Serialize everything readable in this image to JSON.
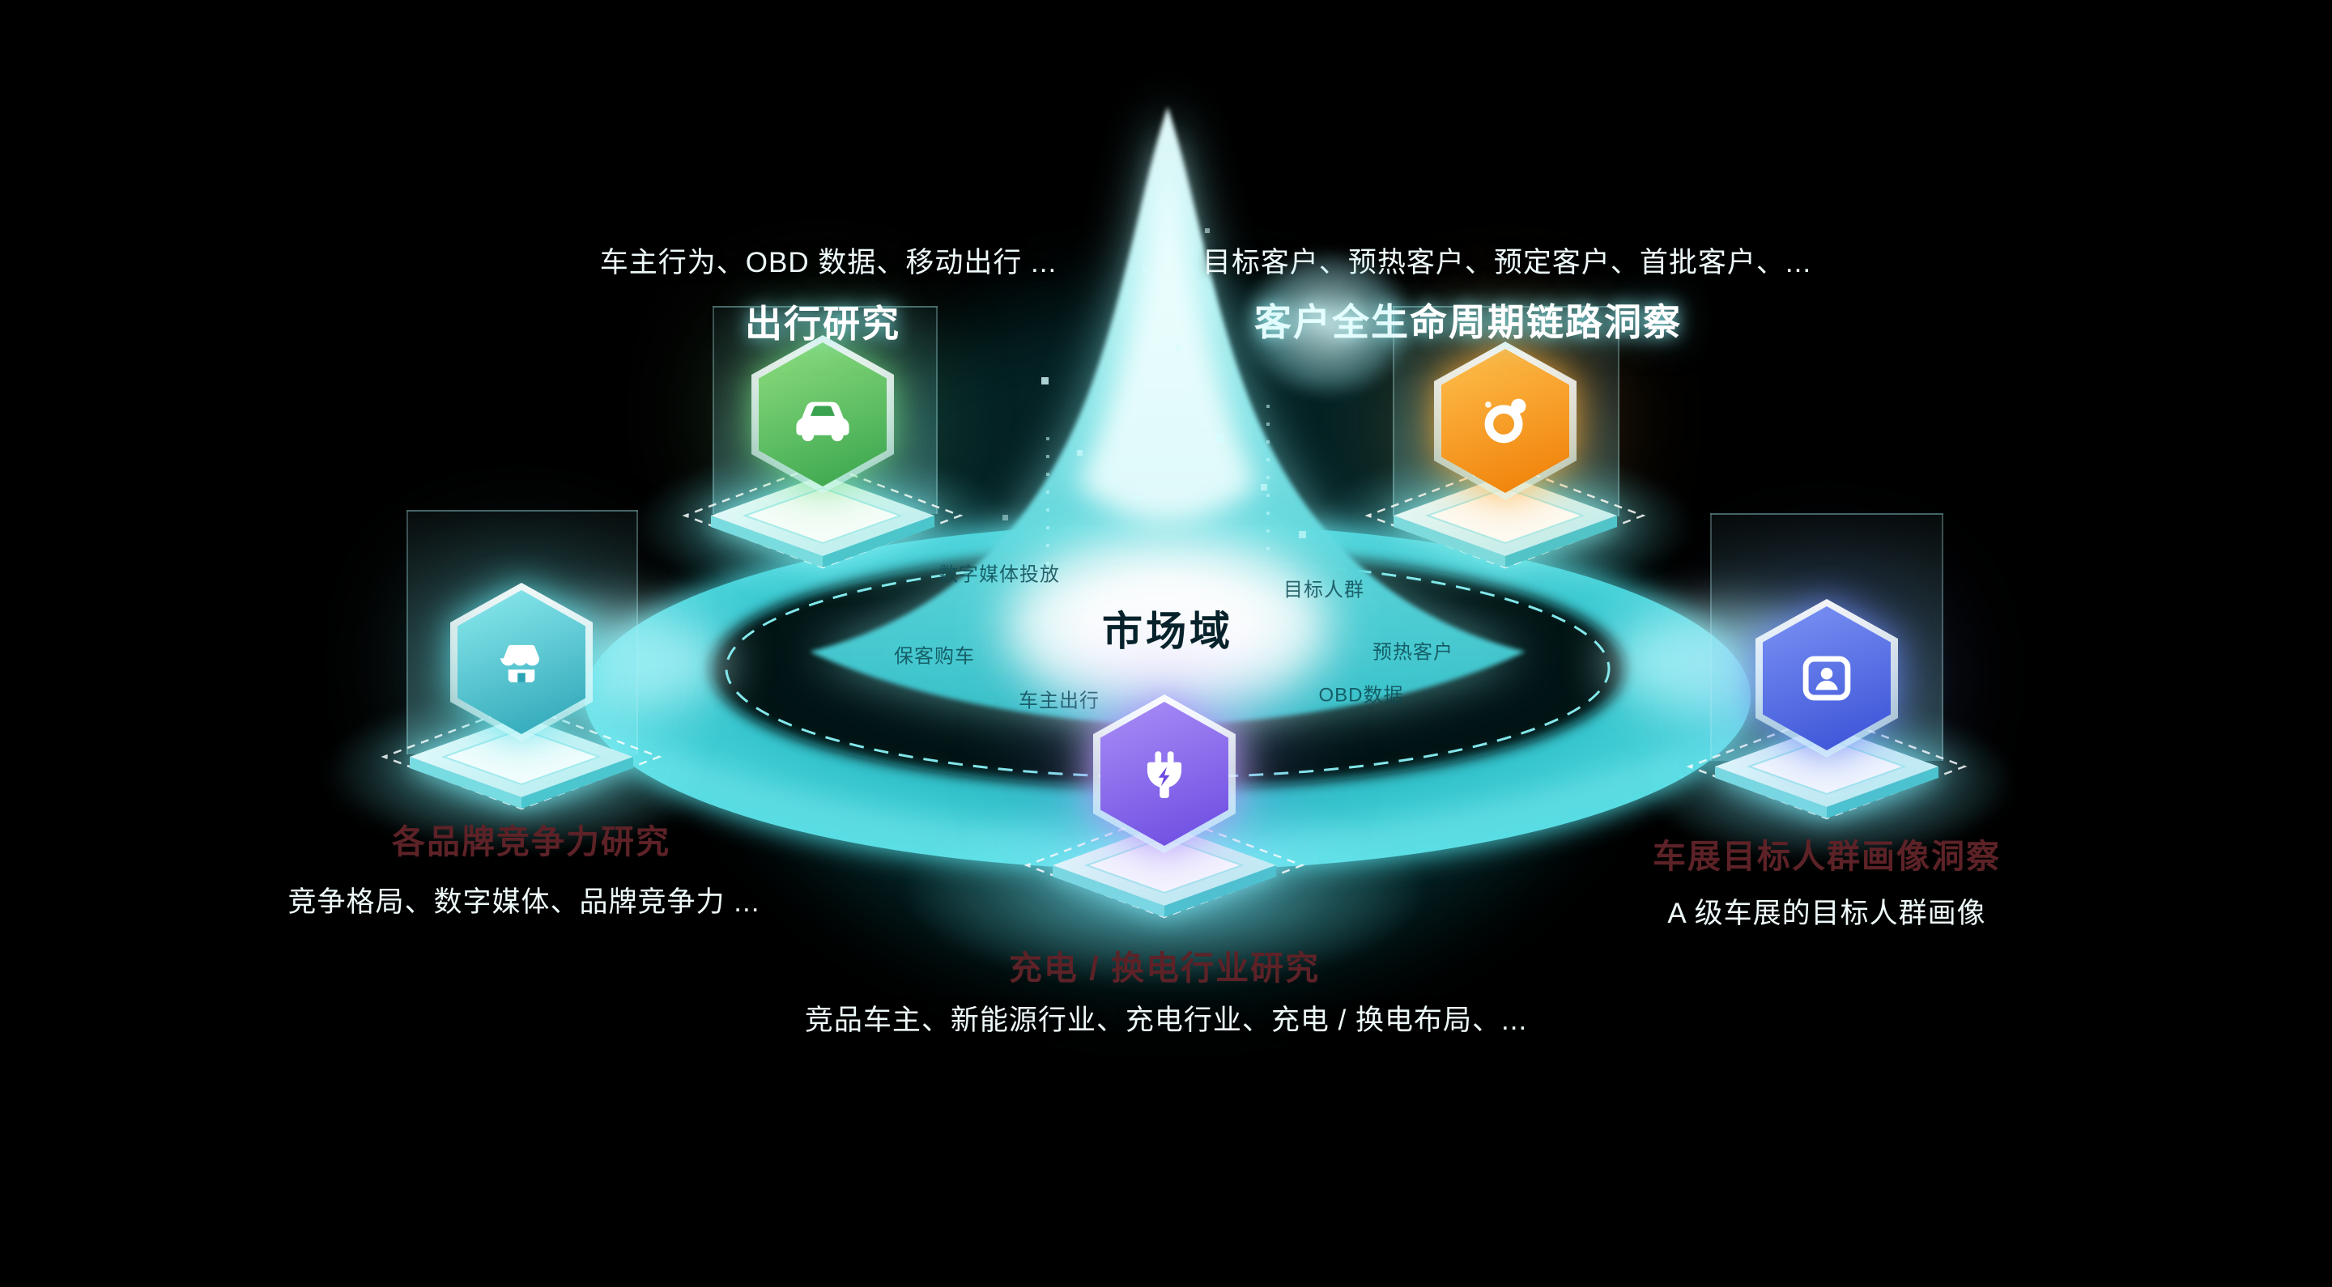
{
  "scene": {
    "background_color": "#000000",
    "accent_color": "#35c8d2",
    "glow_color": "#8af2f6"
  },
  "center": {
    "label": "市场域",
    "floating_labels": [
      {
        "text": "数字媒体投放"
      },
      {
        "text": "目标人群"
      },
      {
        "text": "保客购车"
      },
      {
        "text": "车主出行"
      },
      {
        "text": "OBD数据"
      },
      {
        "text": "预热客户"
      }
    ]
  },
  "nodes": {
    "travel": {
      "title": "出行研究",
      "subtitle": "车主行为、OBD 数据、移动出行 ...",
      "icon": "car-icon",
      "color": "#4caf5a"
    },
    "lifecycle": {
      "title": "客户全生命周期链路洞察",
      "subtitle": "目标客户、预热客户、预定客户、首批客户、...",
      "icon": "orbit-icon",
      "color": "#f5891c"
    },
    "competition": {
      "title": "各品牌竞争力研究",
      "subtitle": "竞争格局、数字媒体、品牌竞争力 ...",
      "icon": "storefront-icon",
      "color": "#3bb9c3"
    },
    "charging": {
      "title": "充电 / 换电行业研究",
      "subtitle": "竞品车主、新能源行业、充电行业、充电 / 换电布局、...",
      "icon": "charging-plug-icon",
      "color": "#7e5bef"
    },
    "audience": {
      "title": "车展目标人群画像洞察",
      "subtitle": "A 级车展的目标人群画像",
      "icon": "id-card-icon",
      "color": "#4a62e0"
    }
  }
}
